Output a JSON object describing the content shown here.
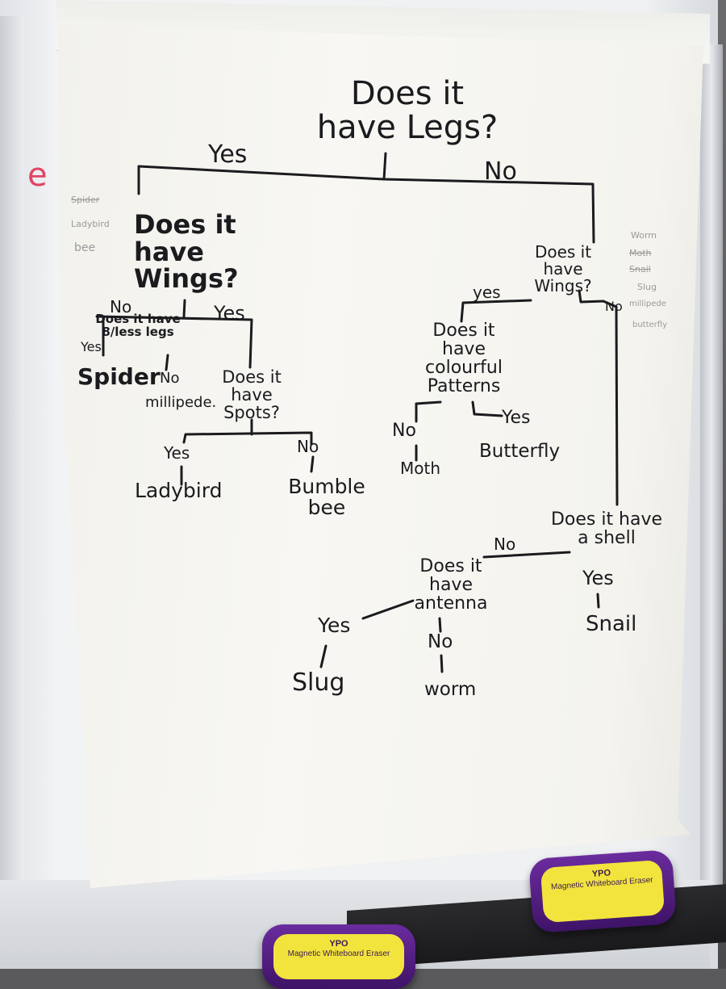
{
  "flowchart": {
    "root_question": "Does it\nhave Legs?",
    "yes_label": "Yes",
    "no_label": "No",
    "legs_branch": {
      "question": "Does it\nhave\nWings?",
      "no_label": "No",
      "yes_label": "Yes",
      "no_wings": {
        "question": "Does it have\n8/less legs",
        "yes_label": "Yes",
        "yes_answer": "Spider",
        "no_label": "No",
        "no_answer": "millipede."
      },
      "yes_wings": {
        "question": "Does it\nhave\nSpots?",
        "yes_label": "Yes",
        "yes_answer": "Ladybird",
        "no_label": "No",
        "no_answer": "Bumble\nbee"
      }
    },
    "no_legs_branch": {
      "question": "Does it\nhave\nWings?",
      "yes_label": "yes",
      "no_label": "No",
      "wings": {
        "question": "Does it\nhave\ncolourful\nPatterns",
        "no_label": "No",
        "no_answer": "Moth",
        "yes_label": "Yes",
        "yes_answer": "Butterfly"
      },
      "no_wings": {
        "question": "Does it have\na shell",
        "no_label": "No",
        "yes_label": "Yes",
        "yes_answer": "Snail",
        "shell_no": {
          "question": "Does it\nhave\nantenna",
          "yes_label": "Yes",
          "yes_answer": "Slug",
          "no_label": "No",
          "no_answer": "worm"
        }
      }
    }
  },
  "margin_notes": {
    "left": [
      "Spider",
      "Ladybird",
      "bee"
    ],
    "right": [
      "Worm",
      "Moth",
      "Snail",
      "Slug",
      "millipede",
      "butterfly"
    ],
    "board_mark": "e"
  },
  "erasers": [
    {
      "brand": "YPO",
      "label": "Magnetic Whiteboard Eraser"
    },
    {
      "brand": "YPO",
      "label": "Magnetic Whiteboard Eraser"
    }
  ]
}
